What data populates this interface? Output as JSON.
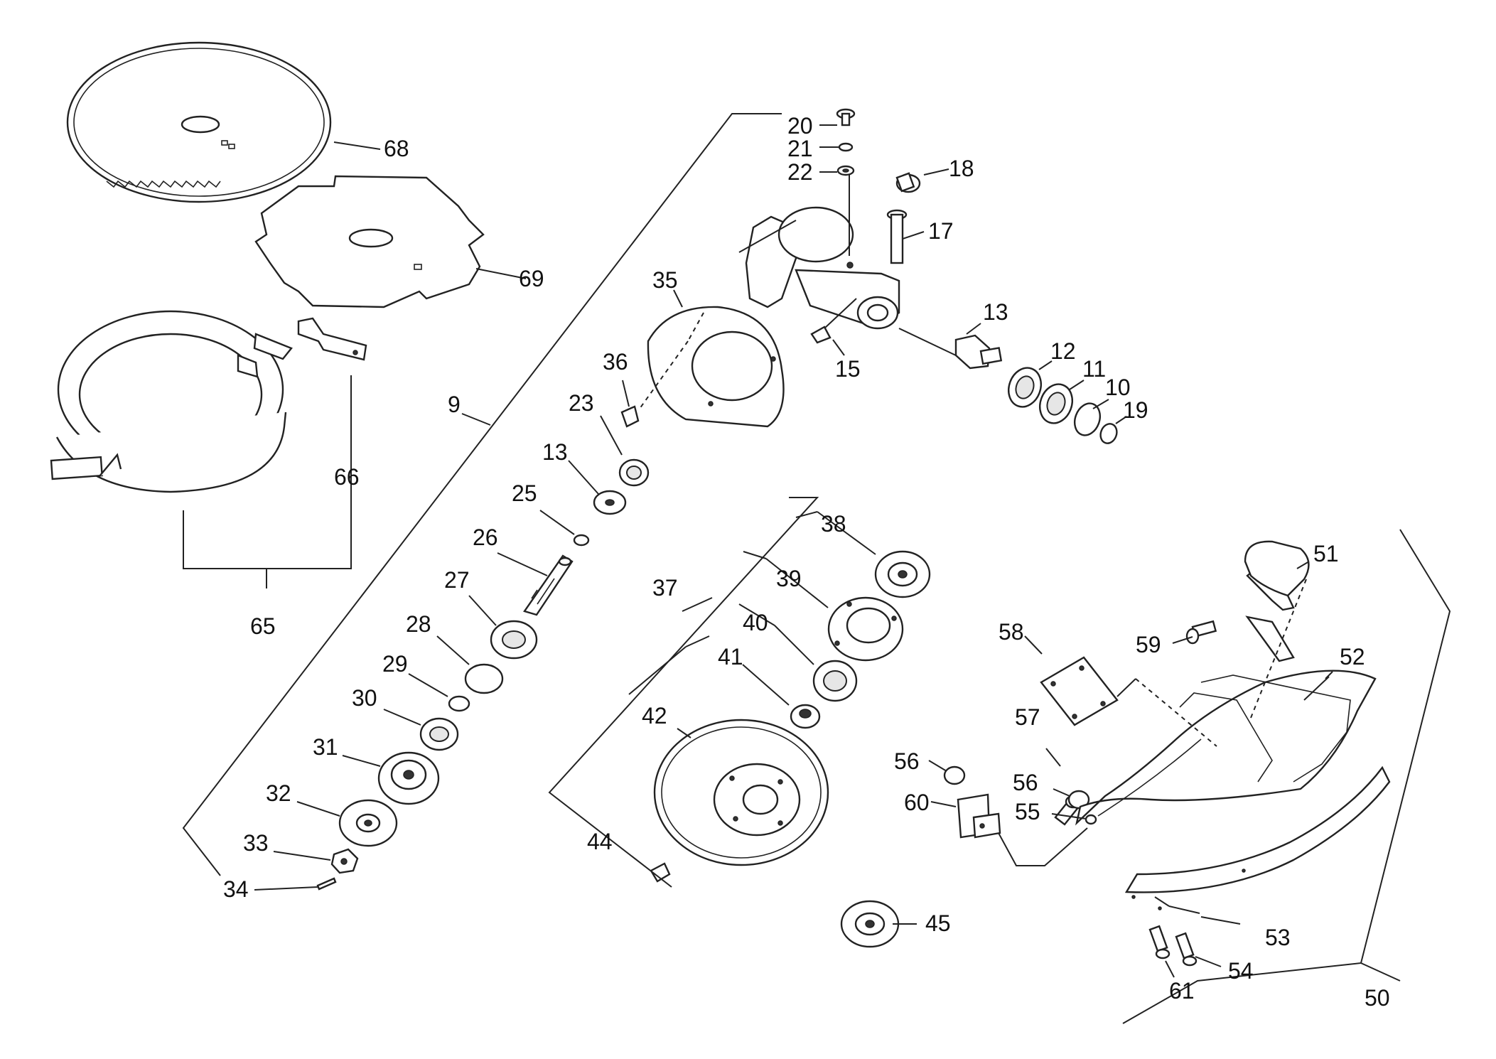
{
  "labels": {
    "l20": "20",
    "l21": "21",
    "l22": "22",
    "l18": "18",
    "l17": "17",
    "l13a": "13",
    "l12": "12",
    "l11": "11",
    "l10": "10",
    "l19": "19",
    "l15": "15",
    "l35": "35",
    "l36": "36",
    "l23": "23",
    "l13b": "13",
    "l25": "25",
    "l26": "26",
    "l27": "27",
    "l28": "28",
    "l29": "29",
    "l30": "30",
    "l31": "31",
    "l32": "32",
    "l33": "33",
    "l34": "34",
    "l9": "9",
    "l68": "68",
    "l69": "69",
    "l66": "66",
    "l65": "65",
    "l38": "38",
    "l39": "39",
    "l37": "37",
    "l40": "40",
    "l41": "41",
    "l42": "42",
    "l44": "44",
    "l45": "45",
    "l51": "51",
    "l52": "52",
    "l58": "58",
    "l59": "59",
    "l57": "57",
    "l56a": "56",
    "l56b": "56",
    "l60": "60",
    "l55": "55",
    "l53": "53",
    "l54": "54",
    "l61": "61",
    "l50": "50"
  }
}
